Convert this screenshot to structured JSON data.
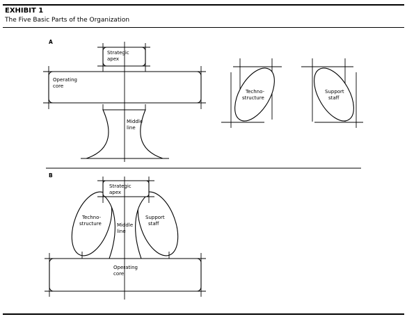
{
  "exhibit": {
    "title": "EXHIBIT 1",
    "subtitle": "The Five Basic Parts of the Organization"
  },
  "panel_a": {
    "label": "A",
    "strategic_apex": [
      "Strategic",
      "apex"
    ],
    "operating_core": [
      "Operating",
      "core"
    ],
    "middle_line": [
      "Middle",
      "line"
    ],
    "technostructure": [
      "Techno-",
      "structure"
    ],
    "support_staff": [
      "Support",
      "staff"
    ]
  },
  "panel_b": {
    "label": "B",
    "strategic_apex": [
      "Strategic",
      "apex"
    ],
    "technostructure": [
      "Techno-",
      "structure"
    ],
    "middle_line": [
      "Middle",
      "line"
    ],
    "support_staff": [
      "Support",
      "staff"
    ],
    "operating_core": [
      "Operating",
      "core"
    ]
  },
  "colors": {
    "ink": "#000000",
    "background": "#ffffff"
  }
}
